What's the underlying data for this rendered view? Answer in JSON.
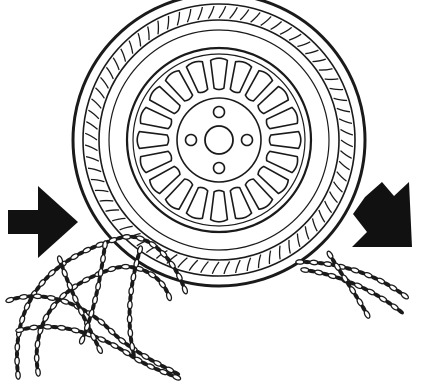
{
  "illustration": {
    "subject": "wheel-with-snow-chains",
    "line_color": "#1a1a1a",
    "background_color": "#ffffff",
    "wheel": {
      "spoke_windows": 20,
      "lug_holes": 4
    },
    "arrows": [
      {
        "icon": "arrow-right-icon",
        "side": "left"
      },
      {
        "icon": "arrow-down-right-icon",
        "side": "right"
      }
    ]
  }
}
